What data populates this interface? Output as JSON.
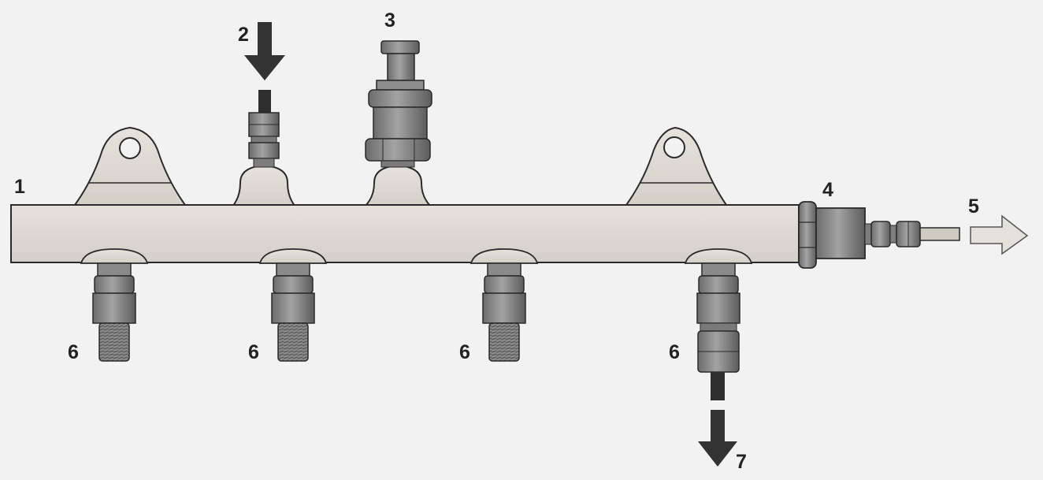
{
  "labels": {
    "rail": "1",
    "inlet": "2",
    "sensor": "3",
    "valve": "4",
    "return": "5",
    "outlet_a": "6",
    "outlet_b": "6",
    "outlet_c": "6",
    "outlet_d": "6",
    "leak_return": "7"
  },
  "colors": {
    "background": "#f2f2f2",
    "rail_fill": "#dedad3",
    "metal_fill": "#8a8a8a",
    "metal_dark": "#5e5e5e",
    "arrow_dark": "#333333",
    "arrow_light": "#e4e0da",
    "outline": "#2a2a2a"
  }
}
